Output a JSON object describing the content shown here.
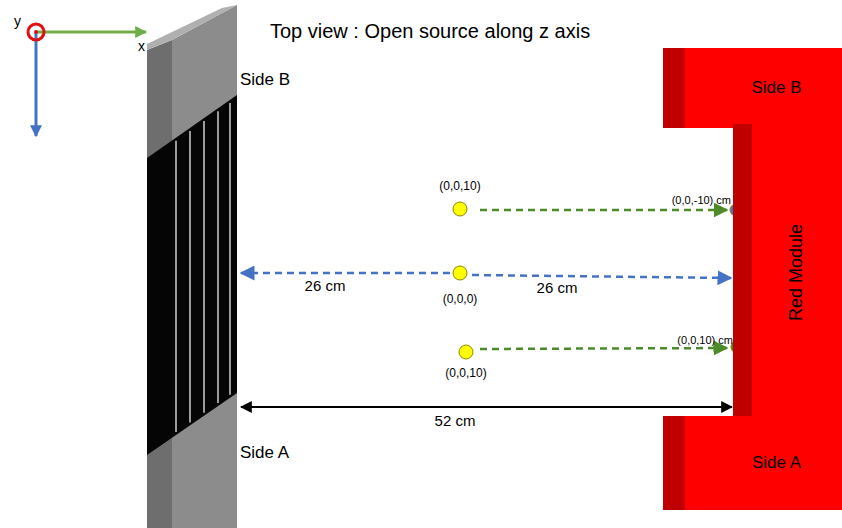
{
  "diagram": {
    "title": "Top view : Open source along z axis",
    "nodes": [
      {
        "text": [
          "Side B"
        ]
      },
      {
        "text": [
          "Red Module"
        ]
      },
      {
        "text": [
          "Side A"
        ]
      }
    ],
    "labels": [
      "y",
      "x",
      "Side B",
      "Side A",
      "(0,0,10)",
      "(0,0,0)",
      "(0,0,10)",
      "(0,0,-10) cm",
      "(0,0,10) cm",
      "26 cm",
      "26 cm",
      "52 cm"
    ]
  }
}
